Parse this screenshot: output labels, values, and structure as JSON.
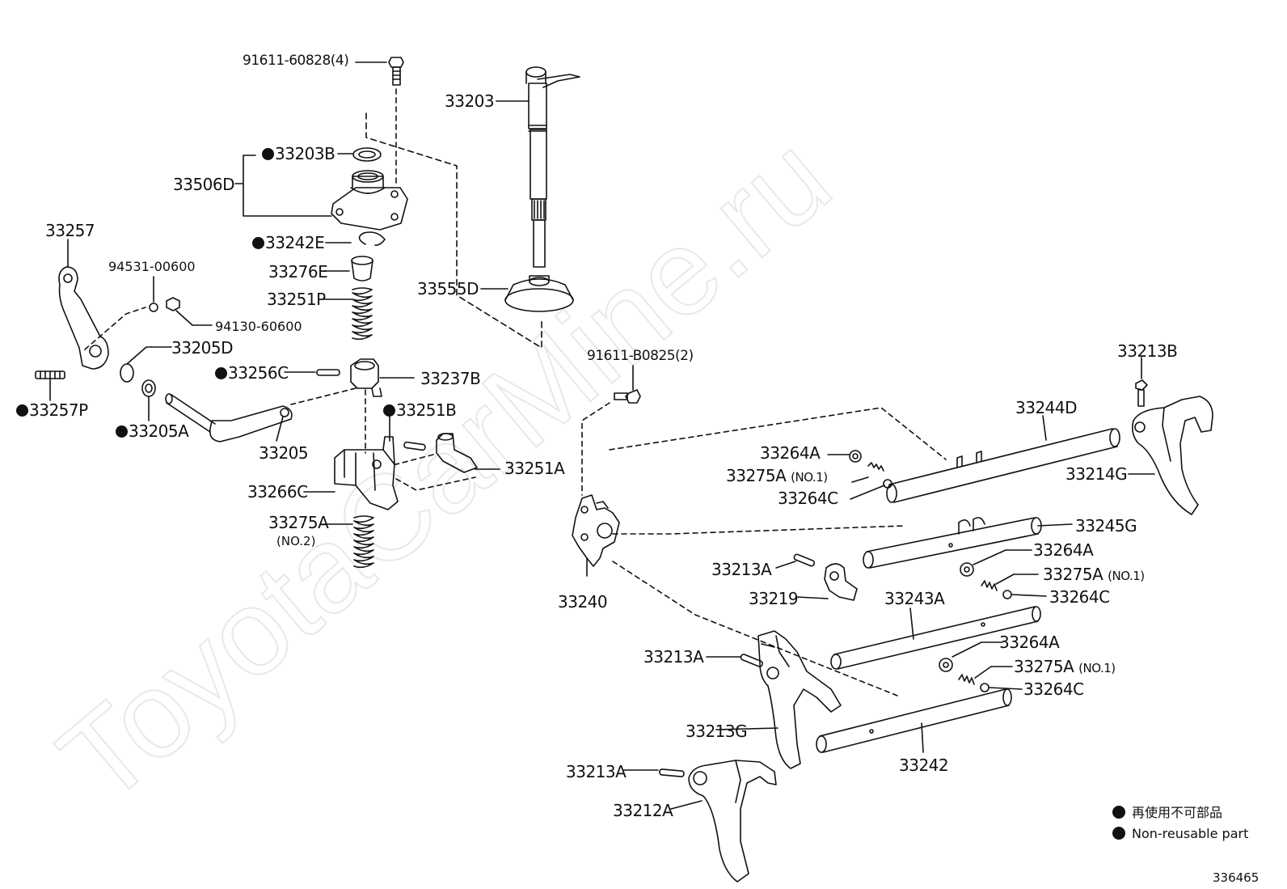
{
  "watermark": "ToyotaCarMine.ru",
  "labels": {
    "p91611_60828": "91611-60828(4)",
    "p33203": "33203",
    "p33203B": "33203B",
    "p33506D": "33506D",
    "p33242E": "33242E",
    "p33276E": "33276E",
    "p33251P": "33251P",
    "p33257": "33257",
    "p94531_00600": "94531-00600",
    "p94130_60600": "94130-60600",
    "p33205D": "33205D",
    "p33555D": "33555D",
    "p33256C": "33256C",
    "p33237B": "33237B",
    "p33257P": "33257P",
    "p33205A": "33205A",
    "p33251B": "33251B",
    "p33205": "33205",
    "p33251A": "33251A",
    "p33266C": "33266C",
    "p33275A_left": "33275A",
    "p33275A_left_note": "(NO.2)",
    "p91611_B0825": "91611-B0825(2)",
    "p33213B": "33213B",
    "p33244D": "33244D",
    "p33264A_1": "33264A",
    "p33275A_1": "33275A",
    "p33275A_1_note": "(NO.1)",
    "p33264C_1": "33264C",
    "p33214G": "33214G",
    "p33245G": "33245G",
    "p33264A_2": "33264A",
    "p33275A_2": "33275A",
    "p33275A_2_note": "(NO.1)",
    "p33213A_1": "33213A",
    "p33264C_2": "33264C",
    "p33219": "33219",
    "p33240": "33240",
    "p33243A": "33243A",
    "p33264A_3": "33264A",
    "p33213A_2": "33213A",
    "p33275A_3": "33275A",
    "p33275A_3_note": "(NO.1)",
    "p33264C_3": "33264C",
    "p33213G": "33213G",
    "p33242": "33242",
    "p33213A_3": "33213A",
    "p33212A": "33212A"
  },
  "legend": {
    "line1": "再使用不可部品",
    "line2": "Non-reusable part"
  },
  "diagram_number": "336465"
}
